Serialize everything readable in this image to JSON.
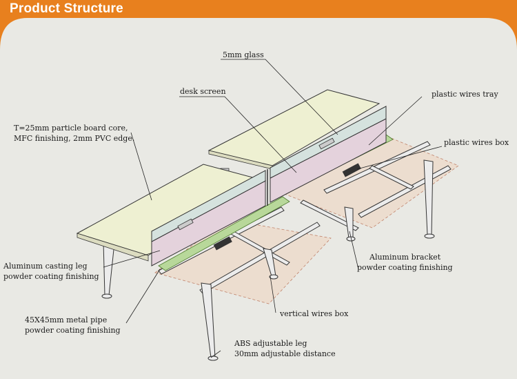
{
  "header": {
    "title": "Product Structure",
    "band_color": "#e8801e"
  },
  "labels": {
    "glass": "5mm glass",
    "desk_screen": "desk screen",
    "plastic_wires_tray": "plastic wires tray",
    "board_line1": "T=25mm particle board core,",
    "board_line2": "MFC finishing, 2mm PVC edge.",
    "plastic_wires_box": "plastic wires box",
    "bracket_line1": "Aluminum bracket",
    "bracket_line2": "powder coating finishing",
    "leg_line1": "Aluminum casting leg",
    "leg_line2": "powder coating finishing",
    "vertical_wires_box": "vertical wires box",
    "pipe_line1": "45X45mm metal pipe",
    "pipe_line2": "powder coating finishing",
    "abs_line1": "ABS adjustable leg",
    "abs_line2": "30mm adjustable distance"
  },
  "colors": {
    "desk_top": "#eef0d2",
    "screen": "#e4d2dc",
    "glass": "#d5e2de",
    "tray": "#b8d89a",
    "floor_shadow": "#efd3bd",
    "metal": "#ececec",
    "line": "#333333"
  }
}
